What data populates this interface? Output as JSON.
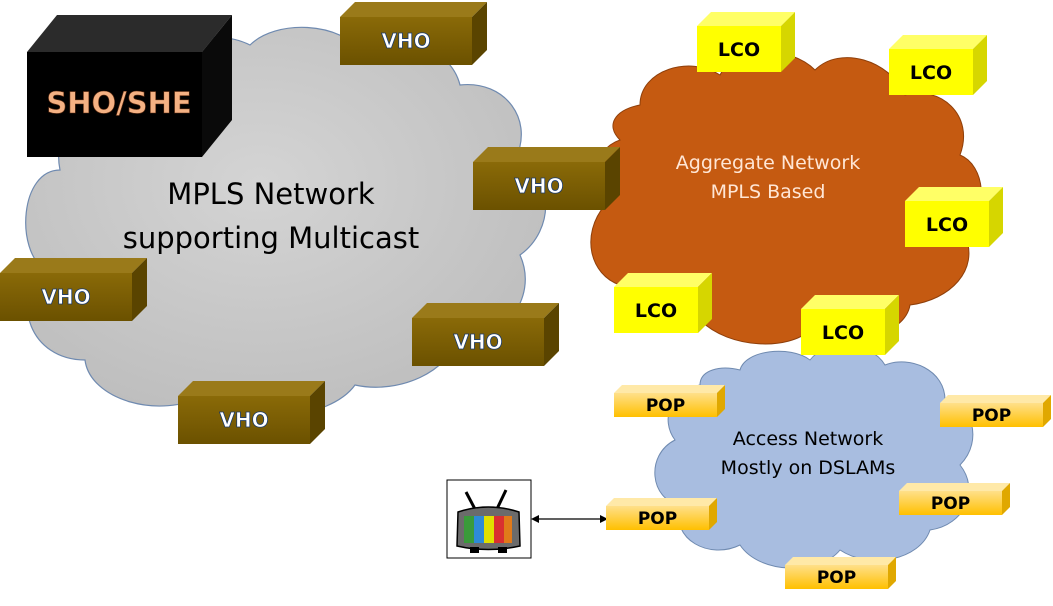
{
  "diagram": {
    "core_cloud": {
      "line1": "MPLS Network",
      "line2": "supporting  Multicast"
    },
    "aggregate_cloud": {
      "line1": "Aggregate Network",
      "line2": "MPLS Based"
    },
    "access_cloud": {
      "line1": "Access Network",
      "line2": "Mostly on DSLAMs"
    },
    "headend": {
      "label": "SHO/SHE"
    },
    "vho": [
      "VHO",
      "VHO",
      "VHO",
      "VHO",
      "VHO"
    ],
    "lco": [
      "LCO",
      "LCO",
      "LCO",
      "LCO",
      "LCO"
    ],
    "pop": [
      "POP",
      "POP",
      "POP",
      "POP",
      "POP"
    ],
    "tv_icon": "television-icon",
    "colors": {
      "core_cloud": "#c6c6c6",
      "aggregate_cloud": "#c55a11",
      "access_cloud": "#a8bde0",
      "vho_box": "#7f6000",
      "lco_box": "#ffff00",
      "pop_box": "#ffc000",
      "headend_box": "#000000",
      "headend_text": "#f4b183"
    }
  }
}
